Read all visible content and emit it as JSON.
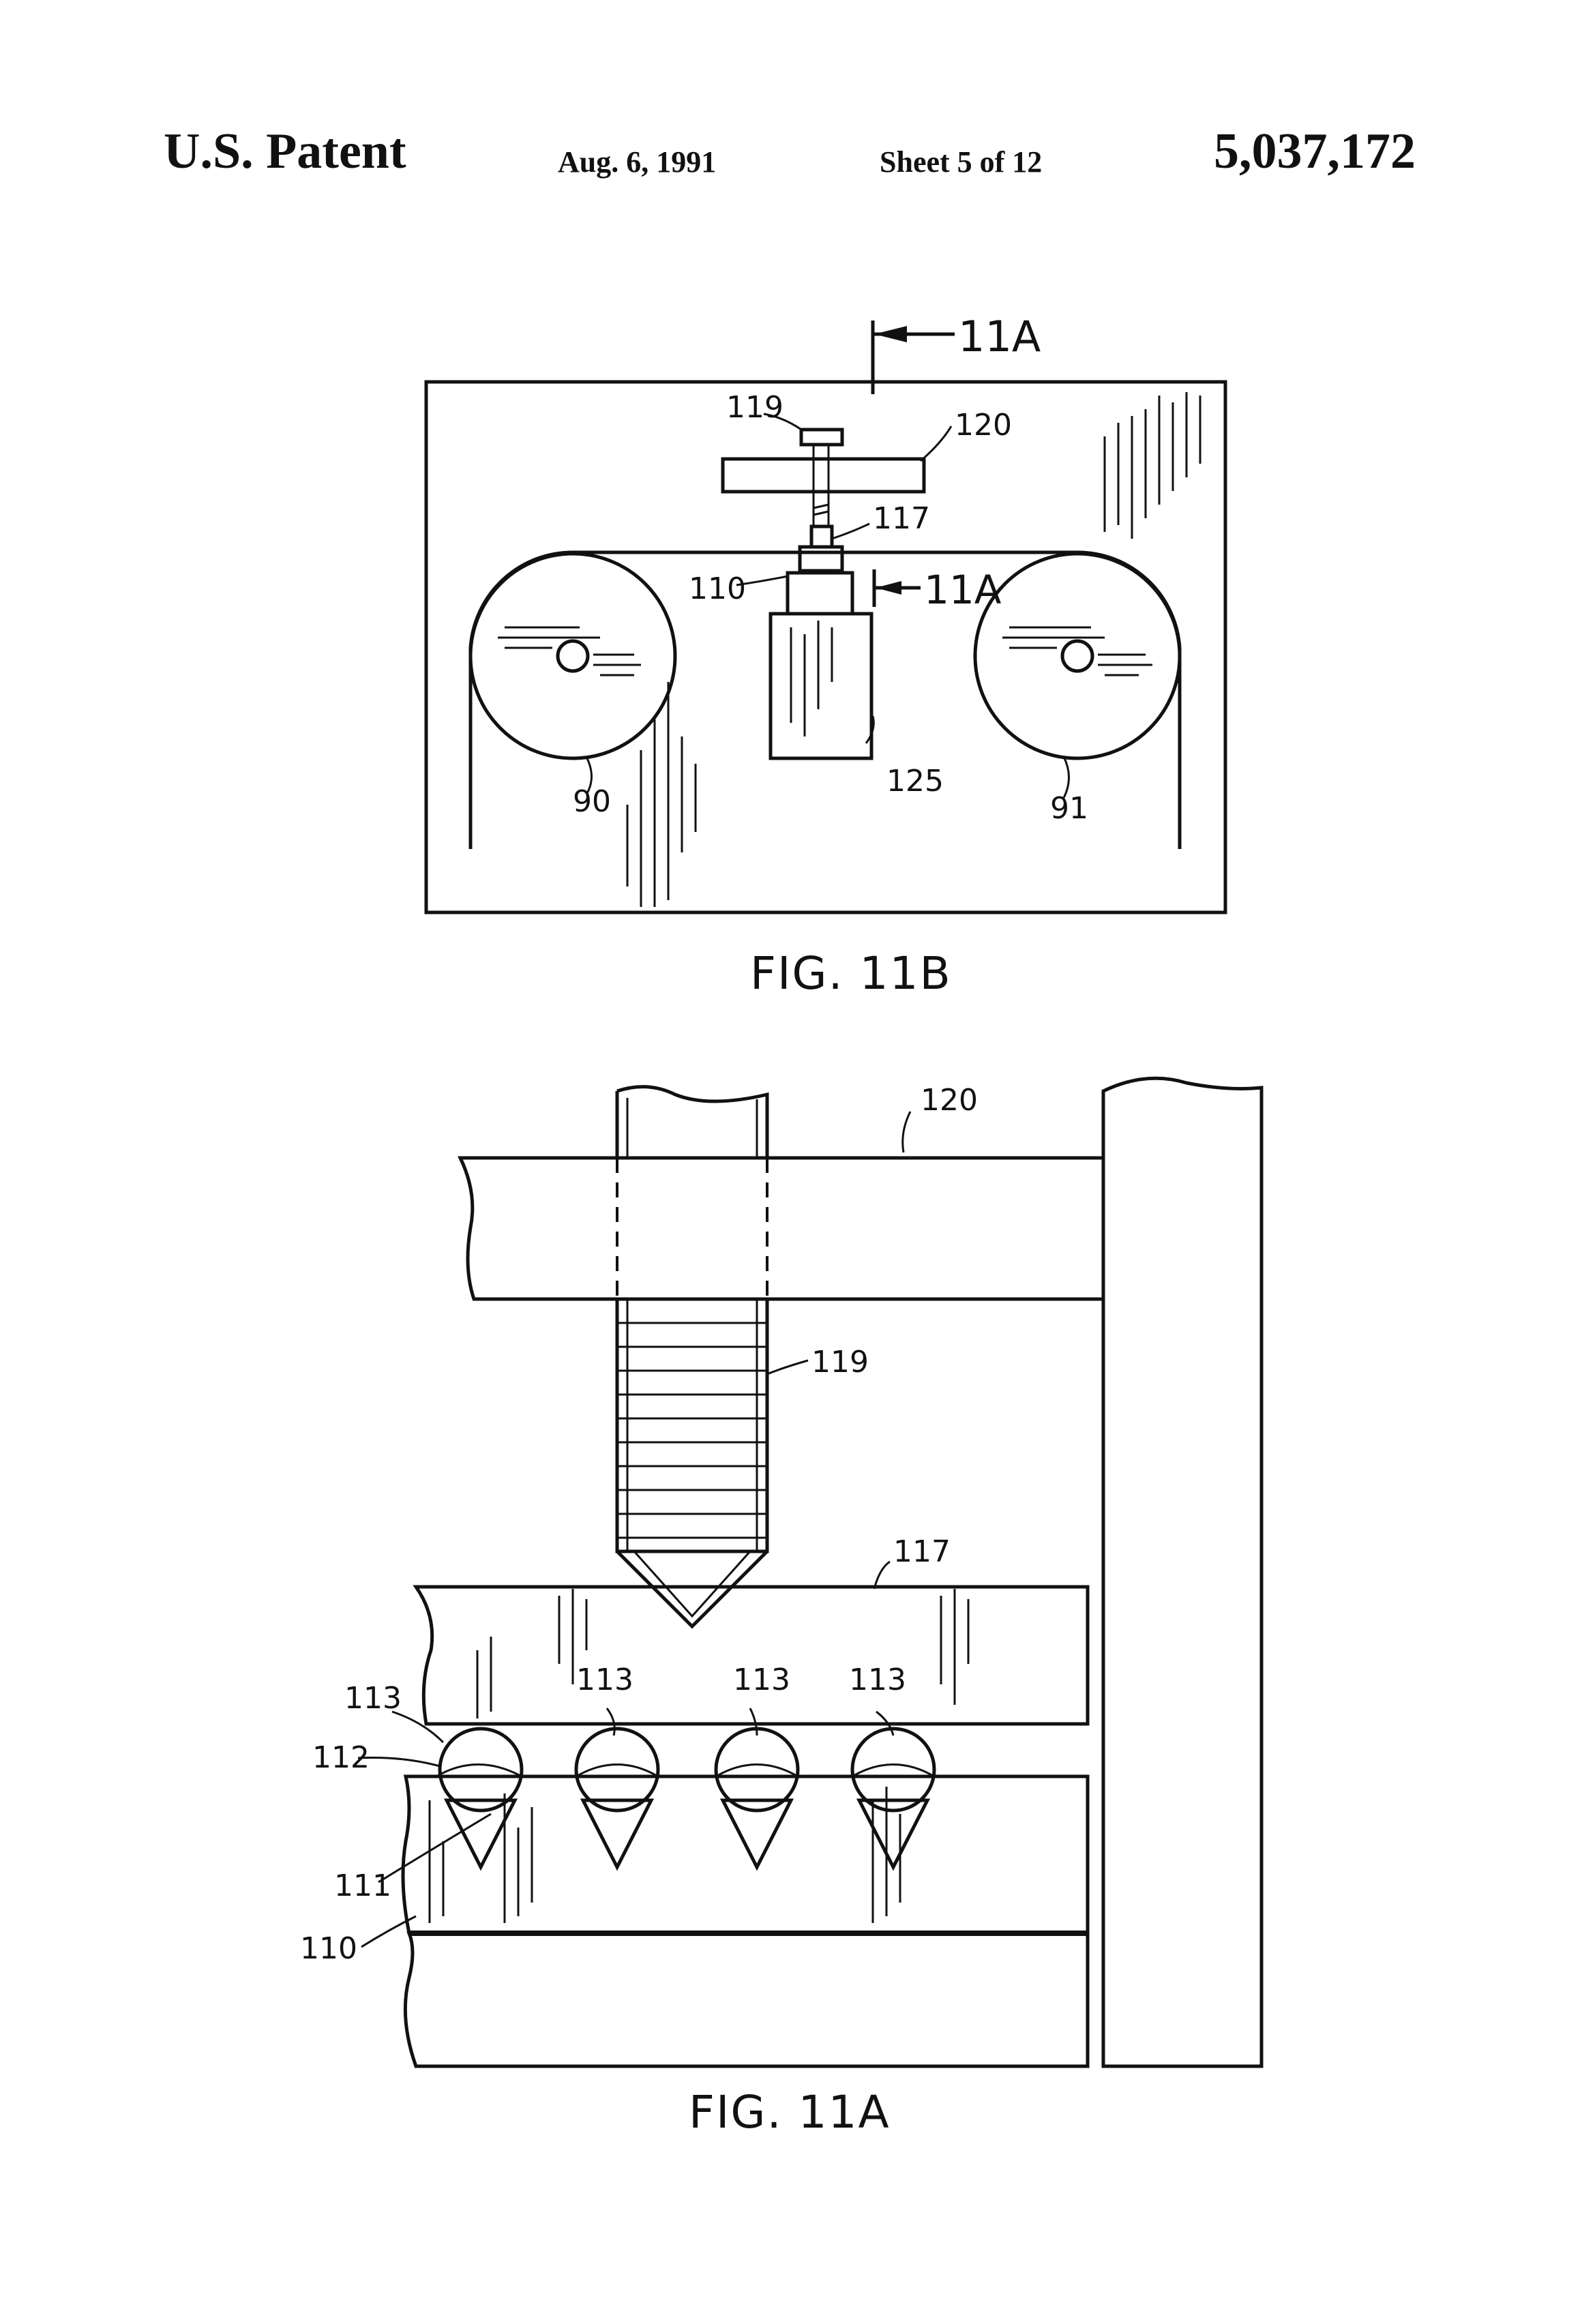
{
  "header": {
    "title": "U.S. Patent",
    "date": "Aug. 6, 1991",
    "sheet": "Sheet 5 of 12",
    "patent_number": "5,037,172"
  },
  "fig11b": {
    "caption": "FIG. 11B",
    "section_label_top": "11A",
    "section_label_side": "11A",
    "labels": {
      "screw": "119",
      "plate": "120",
      "block": "117",
      "film": "110",
      "head": "125",
      "reel_left": "90",
      "reel_right": "91"
    }
  },
  "fig11a": {
    "caption": "FIG. 11A",
    "labels": {
      "plate": "120",
      "screw": "119",
      "block": "117",
      "particle_1": "113",
      "particle_2": "113",
      "particle_3": "113",
      "particle_4": "113",
      "layer_112": "112",
      "layer_111": "111",
      "base_110": "110"
    }
  }
}
